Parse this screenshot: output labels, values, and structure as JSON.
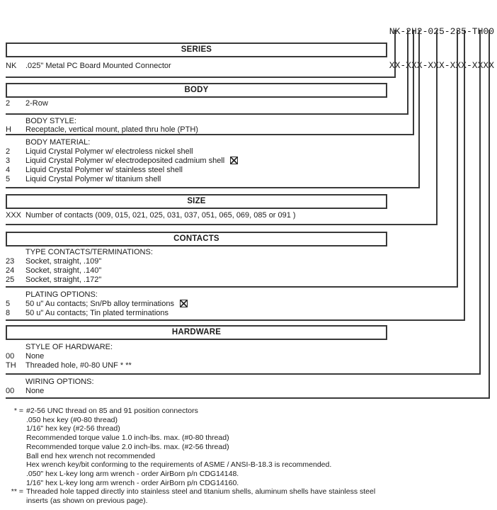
{
  "part_number": {
    "example": "NK-2H2-025-235-TH00",
    "mask": "XX-XXX-XXX-XXX-XXXX"
  },
  "icons": {
    "boxed_x": "box with X mark (selected option indicator)"
  },
  "sections": [
    {
      "title": "SERIES",
      "groups": [
        {
          "heading": "",
          "rows": [
            {
              "code": "NK",
              "text": ".025\" Metal PC Board Mounted Connector"
            }
          ]
        }
      ]
    },
    {
      "title": "BODY",
      "groups": [
        {
          "heading": "",
          "rows": [
            {
              "code": "2",
              "text": "2-Row"
            }
          ]
        },
        {
          "heading": "BODY STYLE:",
          "rows": [
            {
              "code": "H",
              "text": "Receptacle, vertical mount, plated thru hole (PTH)"
            }
          ]
        },
        {
          "heading": "BODY MATERIAL:",
          "rows": [
            {
              "code": "2",
              "text": "Liquid Crystal Polymer w/ electroless nickel shell"
            },
            {
              "code": "3",
              "text": "Liquid Crystal Polymer w/ electrodeposited cadmium shell",
              "flag": "boxed-x"
            },
            {
              "code": "4",
              "text": "Liquid Crystal Polymer w/ stainless steel shell"
            },
            {
              "code": "5",
              "text": "Liquid Crystal Polymer w/ titanium shell"
            }
          ]
        }
      ]
    },
    {
      "title": "SIZE",
      "groups": [
        {
          "heading": "",
          "rows": [
            {
              "code": "XXX",
              "text": "Number of contacts (009, 015, 021, 025, 031, 037, 051, 065, 069, 085 or 091 )"
            }
          ]
        }
      ]
    },
    {
      "title": "CONTACTS",
      "groups": [
        {
          "heading": "TYPE CONTACTS/TERMINATIONS:",
          "rows": [
            {
              "code": "23",
              "text": "Socket, straight, .109\""
            },
            {
              "code": "24",
              "text": "Socket, straight, .140\""
            },
            {
              "code": "25",
              "text": "Socket, straight, .172\""
            }
          ]
        },
        {
          "heading": "PLATING OPTIONS:",
          "rows": [
            {
              "code": "5",
              "text": "50 u\" Au contacts; Sn/Pb alloy terminations",
              "flag": "boxed-x"
            },
            {
              "code": "8",
              "text": "50 u\" Au contacts; Tin plated terminations"
            }
          ]
        }
      ]
    },
    {
      "title": "HARDWARE",
      "groups": [
        {
          "heading": "STYLE OF HARDWARE:",
          "rows": [
            {
              "code": "00",
              "text": "None"
            },
            {
              "code": "TH",
              "text": "Threaded hole, #0-80 UNF * **"
            }
          ]
        },
        {
          "heading": "WIRING OPTIONS:",
          "rows": [
            {
              "code": "00",
              "text": "None"
            }
          ]
        }
      ]
    }
  ],
  "footnotes": [
    {
      "marker": "* =",
      "text": "#2-56 UNC thread on 85 and 91 position connectors"
    },
    {
      "marker": "",
      "text": ".050 hex key (#0-80 thread)"
    },
    {
      "marker": "",
      "text": "1/16\" hex key (#2-56 thread)"
    },
    {
      "marker": "",
      "text": "Recommended torque value 1.0 inch-lbs. max. (#0-80 thread)"
    },
    {
      "marker": "",
      "text": "Recommended torque value 2.0 inch-lbs. max. (#2-56 thread)"
    },
    {
      "marker": "",
      "text": "Ball end hex wrench not recommended"
    },
    {
      "marker": "",
      "text": "Hex wrench key/bit conforming to the requirements of ASME / ANSI-B-18.3 is recommended."
    },
    {
      "marker": "",
      "text": ".050\" hex L-key long arm wrench - order AirBorn p/n CDG14148."
    },
    {
      "marker": "",
      "text": "1/16\" hex L-key long arm wrench - order AirBorn p/n CDG14160."
    },
    {
      "marker": "** =",
      "text": "Threaded hole tapped directly into stainless steel and titanium shells, aluminum shells have stainless steel"
    },
    {
      "marker": "",
      "text": "inserts (as shown on previous page)."
    }
  ]
}
